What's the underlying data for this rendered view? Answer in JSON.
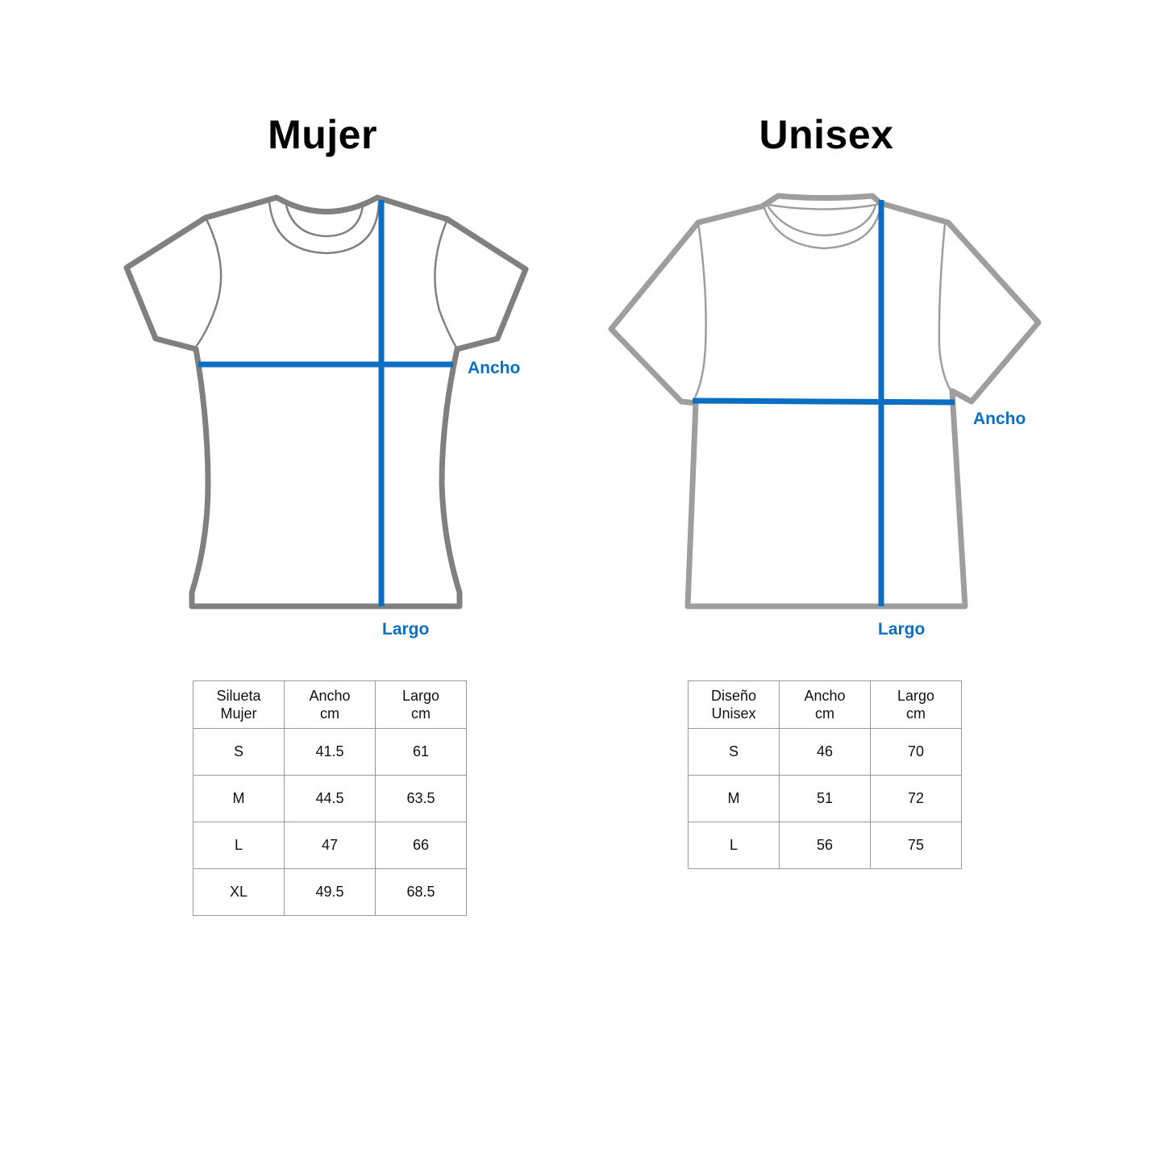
{
  "colors": {
    "outline_mujer": "#808080",
    "outline_unisex": "#9e9e9e",
    "measure_blue": "#0a6fc2",
    "table_border": "#9a9a9a"
  },
  "mujer": {
    "title": "Mujer",
    "labels": {
      "width": "Ancho",
      "length": "Largo"
    },
    "table": {
      "headers": [
        {
          "line1": "Silueta",
          "line2": "Mujer"
        },
        {
          "line1": "Ancho",
          "line2": "cm"
        },
        {
          "line1": "Largo",
          "line2": "cm"
        }
      ],
      "rows": [
        {
          "size": "S",
          "ancho": "41.5",
          "largo": "61"
        },
        {
          "size": "M",
          "ancho": "44.5",
          "largo": "63.5"
        },
        {
          "size": "L",
          "ancho": "47",
          "largo": "66"
        },
        {
          "size": "XL",
          "ancho": "49.5",
          "largo": "68.5"
        }
      ]
    }
  },
  "unisex": {
    "title": "Unisex",
    "labels": {
      "width": "Ancho",
      "length": "Largo"
    },
    "table": {
      "headers": [
        {
          "line1": "Diseño",
          "line2": "Unisex"
        },
        {
          "line1": "Ancho",
          "line2": "cm"
        },
        {
          "line1": "Largo",
          "line2": "cm"
        }
      ],
      "rows": [
        {
          "size": "S",
          "ancho": "46",
          "largo": "70"
        },
        {
          "size": "M",
          "ancho": "51",
          "largo": "72"
        },
        {
          "size": "L",
          "ancho": "56",
          "largo": "75"
        }
      ]
    }
  },
  "icons": {
    "mujer_shirt": "womens-tshirt-outline-icon",
    "unisex_shirt": "unisex-tshirt-outline-icon"
  }
}
